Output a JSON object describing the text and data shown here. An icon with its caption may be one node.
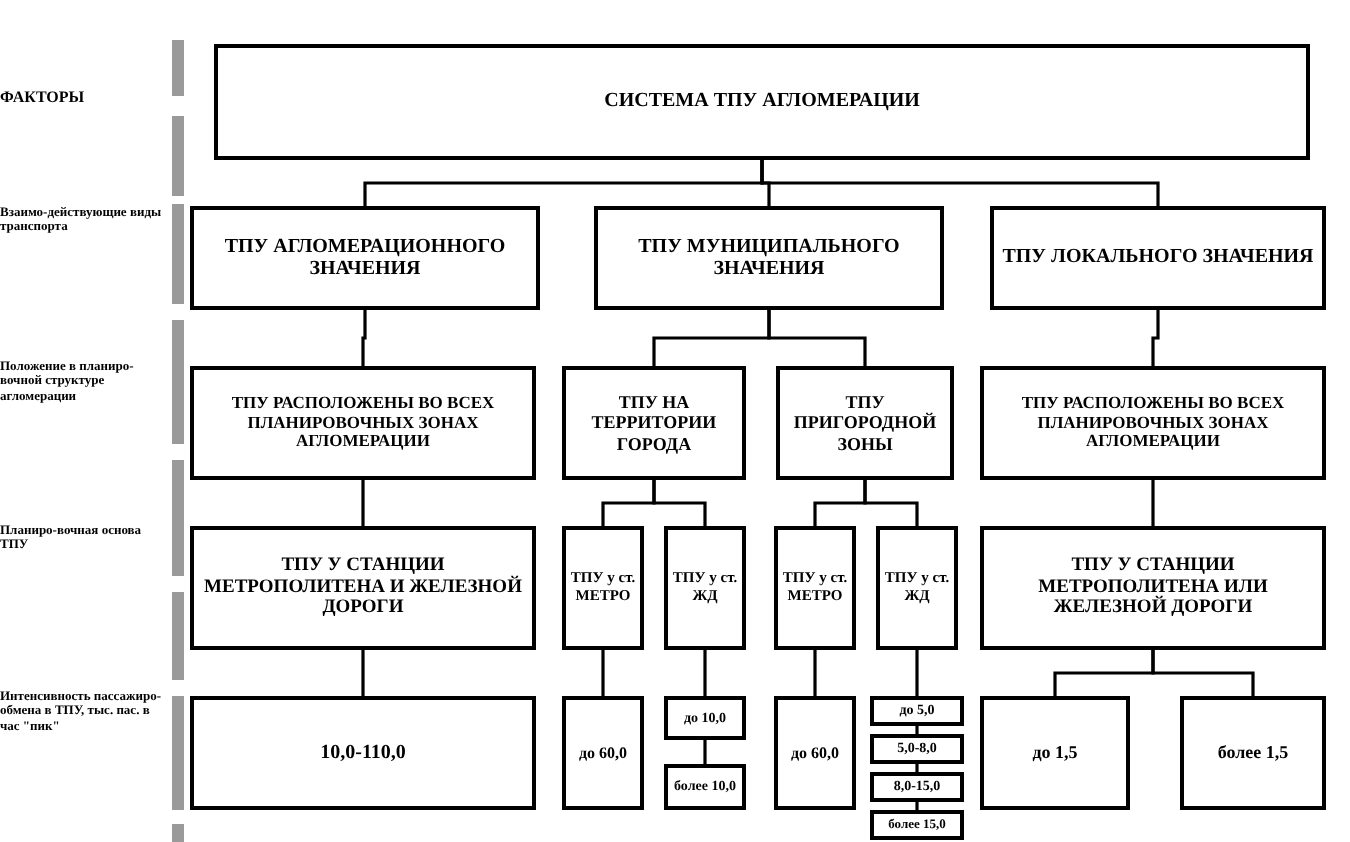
{
  "diagram": {
    "nodes": [
      {
        "text": [
          "СИСТЕМА ТПУ АГЛОМЕРАЦИИ"
        ]
      },
      {
        "text": [
          "ТПУ АГЛОМЕРАЦИОННОГО ЗНАЧЕНИЯ"
        ]
      },
      {
        "text": [
          "ТПУ МУНИЦИПАЛЬНОГО ЗНАЧЕНИЯ"
        ]
      },
      {
        "text": [
          "ТПУ ЛОКАЛЬНОГО ЗНАЧЕНИЯ"
        ]
      },
      {
        "text": [
          "ТПУ РАСПОЛОЖЕНЫ ВО ВСЕХ ПЛАНИРОВОЧНЫХ ЗОНАХ АГЛОМЕРАЦИИ"
        ]
      },
      {
        "text": [
          "ТПУ НА ТЕРРИТОРИИ ГОРОДА"
        ]
      },
      {
        "text": [
          "ТПУ ПРИГОРОДНОЙ ЗОНЫ"
        ]
      },
      {
        "text": [
          "ТПУ РАСПОЛОЖЕНЫ ВО ВСЕХ ПЛАНИРОВОЧНЫХ ЗОНАХ АГЛОМЕРАЦИИ"
        ]
      },
      {
        "text": [
          "ТПУ У СТАНЦИИ МЕТРОПОЛИТЕНА И ЖЕЛЕЗНОЙ ДОРОГИ"
        ]
      },
      {
        "text": [
          "ТПУ у ст. МЕТРО"
        ]
      },
      {
        "text": [
          "ТПУ у ст. ЖД"
        ]
      },
      {
        "text": [
          "ТПУ у ст. МЕТРО"
        ]
      },
      {
        "text": [
          "ТПУ у ст. ЖД"
        ]
      },
      {
        "text": [
          "ТПУ У СТАНЦИИ МЕТРОПОЛИТЕНА ИЛИ ЖЕЛЕЗНОЙ ДОРОГИ"
        ]
      },
      {
        "text": [
          "10,0-110,0"
        ]
      },
      {
        "text": [
          "до 60,0"
        ]
      },
      {
        "text": [
          "до 10,0"
        ]
      },
      {
        "text": [
          "более 10,0"
        ]
      },
      {
        "text": [
          "до 60,0"
        ]
      },
      {
        "text": [
          "до 5,0"
        ]
      },
      {
        "text": [
          "5,0-8,0"
        ]
      },
      {
        "text": [
          "8,0-15,0"
        ]
      },
      {
        "text": [
          "более 15,0"
        ]
      },
      {
        "text": [
          "до 1,5"
        ]
      },
      {
        "text": [
          "более 1,5"
        ]
      }
    ],
    "edges": [
      {
        "from": 0,
        "to": 1,
        "arrow": "none"
      },
      {
        "from": 0,
        "to": 2,
        "arrow": "none"
      },
      {
        "from": 0,
        "to": 3,
        "arrow": "none"
      },
      {
        "from": 1,
        "to": 4,
        "arrow": "none"
      },
      {
        "from": 2,
        "to": 5,
        "arrow": "none"
      },
      {
        "from": 2,
        "to": 6,
        "arrow": "none"
      },
      {
        "from": 3,
        "to": 7,
        "arrow": "none"
      },
      {
        "from": 4,
        "to": 8,
        "arrow": "none"
      },
      {
        "from": 5,
        "to": 9,
        "arrow": "none"
      },
      {
        "from": 5,
        "to": 10,
        "arrow": "none"
      },
      {
        "from": 6,
        "to": 11,
        "arrow": "none"
      },
      {
        "from": 6,
        "to": 12,
        "arrow": "none"
      },
      {
        "from": 7,
        "to": 13,
        "arrow": "none"
      },
      {
        "from": 8,
        "to": 14,
        "arrow": "none"
      },
      {
        "from": 9,
        "to": 15,
        "arrow": "none"
      },
      {
        "from": 10,
        "to": 16,
        "arrow": "none"
      },
      {
        "from": 16,
        "to": 17,
        "arrow": "none"
      },
      {
        "from": 11,
        "to": 18,
        "arrow": "none"
      },
      {
        "from": 12,
        "to": 19,
        "arrow": "none"
      },
      {
        "from": 19,
        "to": 20,
        "arrow": "none"
      },
      {
        "from": 20,
        "to": 21,
        "arrow": "none"
      },
      {
        "from": 21,
        "to": 22,
        "arrow": "none"
      },
      {
        "from": 13,
        "to": 23,
        "arrow": "none"
      },
      {
        "from": 13,
        "to": 24,
        "arrow": "none"
      }
    ],
    "labels": [
      "ФАКТОРЫ",
      "Взаимо-действующие виды транспорта",
      "Положение в планиро-вочной структуре агломерации",
      "Планиро-вочная основа ТПУ",
      "Интенсивность пассажиро-обмена в ТПУ, тыс. пас. в час \"пик\""
    ]
  }
}
